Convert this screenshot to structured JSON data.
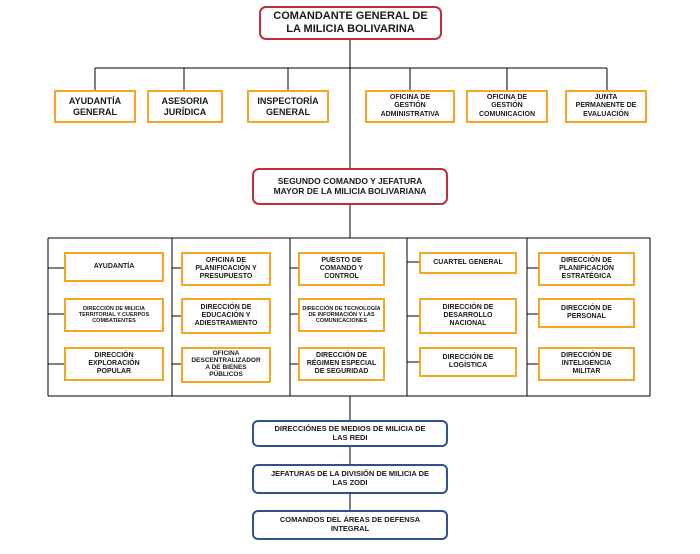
{
  "top": {
    "label": "COMANDANTE GENERAL DE\nLA MILICIA BOLIVARINA"
  },
  "staff": [
    {
      "label": "AYUDANTÍA\nGENERAL"
    },
    {
      "label": "ASESORIA\nJURÍDICA"
    },
    {
      "label": "INSPECTORÍA\nGENERAL"
    },
    {
      "label": "OFICINA DE\nGESTIÓN\nADMINISTRATIVA"
    },
    {
      "label": "OFICINA DE\nGESTIÓN\nCOMUNICACION"
    },
    {
      "label": "JUNTA\nPERMANENTE DE\nEVALUACIÓN"
    }
  ],
  "second": {
    "label": "SEGUNDO COMANDO Y JEFATURA\nMAYOR DE LA MILICIA BOLIVARIANA"
  },
  "columns": [
    [
      {
        "label": "AYUDANTÍA"
      },
      {
        "label": "DIRECCIÓN DE MILICIA\nTERRITORIAL Y CUERPOS\nCOMBATIENTES"
      },
      {
        "label": "DIRECCIÓN\nEXPLORACIÓN\nPOPULAR"
      }
    ],
    [
      {
        "label": "OFICINA DE\nPLANIFICACIÓN Y\nPRESUPUESTO"
      },
      {
        "label": "DIRECCIÓN DE\nEDUCACIÓN Y\nADIESTRAMIENTO"
      },
      {
        "label": "OFICINA\nDESCENTRALIZADOR\nA DE BIENES\nPÚBLICOS"
      }
    ],
    [
      {
        "label": "PUESTO DE\nCOMANDO Y\nCONTROL"
      },
      {
        "label": "DIRECCIÓN DE TECNOLOGÍA\nDE INFORMACIÓN Y LAS\nCOMUNICACIONES"
      },
      {
        "label": "DIRECCIÓN DE\nRÉGIMEN ESPECIAL\nDE SEGURIDAD"
      }
    ],
    [
      {
        "label": "CUARTEL GENERAL"
      },
      {
        "label": "DIRECCIÓN DE\nDESARROLLO\nNACIONAL"
      },
      {
        "label": "DIRECCIÓN DE\nLOGÍSTICA"
      }
    ],
    [
      {
        "label": "DIRECCIÓN DE\nPLANIFICACIÓN\nESTRATÉGICA"
      },
      {
        "label": "DIRECCIÓN DE\nPERSONAL"
      },
      {
        "label": "DIRECCIÓN DE\nINTELIGENCIA\nMILITAR"
      }
    ]
  ],
  "chain": [
    {
      "label": "DIRECCIÓNES DE MEDIOS DE MILICIA DE\nLAS REDI"
    },
    {
      "label": "JEFATURAS DE LA DIVISIÓN DE MILICIA DE\nLAS ZODI"
    },
    {
      "label": "COMANDOS DEL ÁREAS DE DEFENSA\nINTEGRAL"
    }
  ],
  "colors": {
    "top_border": "#c0303a",
    "unit_border": "#f5a623",
    "chain_border": "#2f4f8f",
    "connector": "#000000"
  }
}
